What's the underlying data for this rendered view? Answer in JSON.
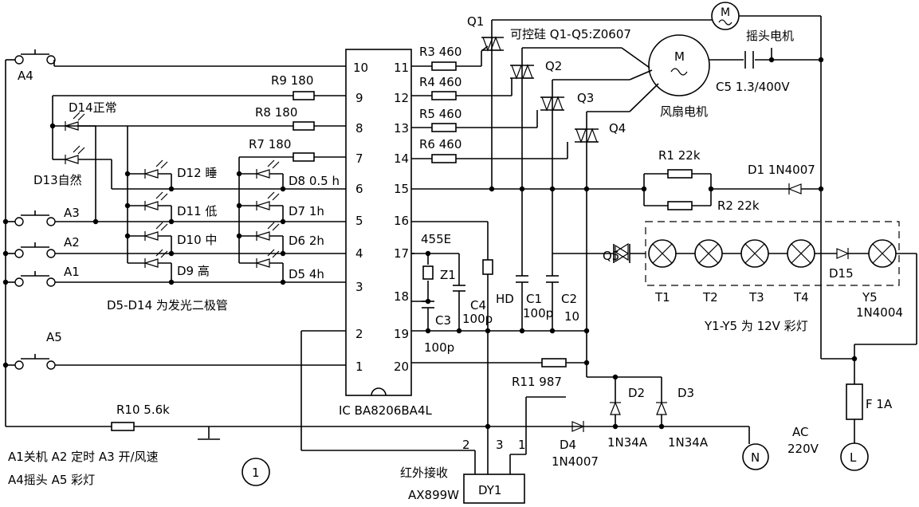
{
  "ic": {
    "name": "IC  BA8206BA4L",
    "left_pins": [
      "10",
      "9",
      "8",
      "7",
      "6",
      "5",
      "4",
      "3",
      "2",
      "1"
    ],
    "right_pins": [
      "11",
      "12",
      "13",
      "14",
      "15",
      "16",
      "17",
      "18",
      "19",
      "20"
    ]
  },
  "switches": {
    "a4": "A4",
    "a3": "A3",
    "a2": "A2",
    "a1": "A1",
    "a5": "A5"
  },
  "resistors": {
    "r9": "R9  180",
    "r8": "R8  180",
    "r7": "R7  180",
    "r3": "R3  460",
    "r4": "R4  460",
    "r5": "R5  460",
    "r6": "R6  460",
    "r1": "R1  22k",
    "r2": "R2  22k",
    "r10": "R10  5.6k",
    "r11": "R11  987"
  },
  "leds": {
    "d14": "D14正常",
    "d13": "D13自然",
    "d12": "D12  睡",
    "d11": "D11  低",
    "d10": "D10  中",
    "d9": "D9  高",
    "d8": "D8  0.5 h",
    "d7": "D7  1h",
    "d6": "D6  2h",
    "d5": "D5  4h",
    "note": "D5-D14  为发光二极管"
  },
  "thyristors": {
    "q1": "Q1",
    "q2": "Q2",
    "q3": "Q3",
    "q4": "Q4",
    "q5": "Q5",
    "note": "可控硅 Q1-Q5:Z0607"
  },
  "motors": {
    "symbol": "M",
    "swing": "摇头电机",
    "fan": "风扇电机",
    "c5": "C5  1.3/400V"
  },
  "timing": {
    "crystal": "455E",
    "z1": "Z1",
    "c3": "C3",
    "c3_val": "100p",
    "c4": "C4",
    "c4_val": "100p",
    "hd": "HD",
    "c1": "C1",
    "c1_val": "100p",
    "c2": "C2",
    "c2_val": "10"
  },
  "power": {
    "d1": "D1  1N4007",
    "d2": "D2",
    "d3": "D3",
    "d4": "D4",
    "d4_part": "1N4007",
    "d2_part": "1N34A",
    "d3_part": "1N34A",
    "ac_line1": "AC",
    "ac_line2": "220V",
    "n": "N",
    "l": "L",
    "fuse": "F  1A"
  },
  "lamps": {
    "t1": "T1",
    "t2": "T2",
    "t3": "T3",
    "t4": "T4",
    "y5": "Y5",
    "d15": "D15",
    "d15_part": "1N4004",
    "note": "Y1-Y5 为 12V 彩灯"
  },
  "receiver": {
    "name": "DY1",
    "pin2": "2",
    "pin3": "3",
    "pin1": "1",
    "label": "红外接收",
    "part": "AX899W"
  },
  "legend": {
    "line1": "A1关机  A2  定时  A3 开/风速",
    "line2": "A4摇头   A5  彩灯",
    "figure_number": "1"
  }
}
